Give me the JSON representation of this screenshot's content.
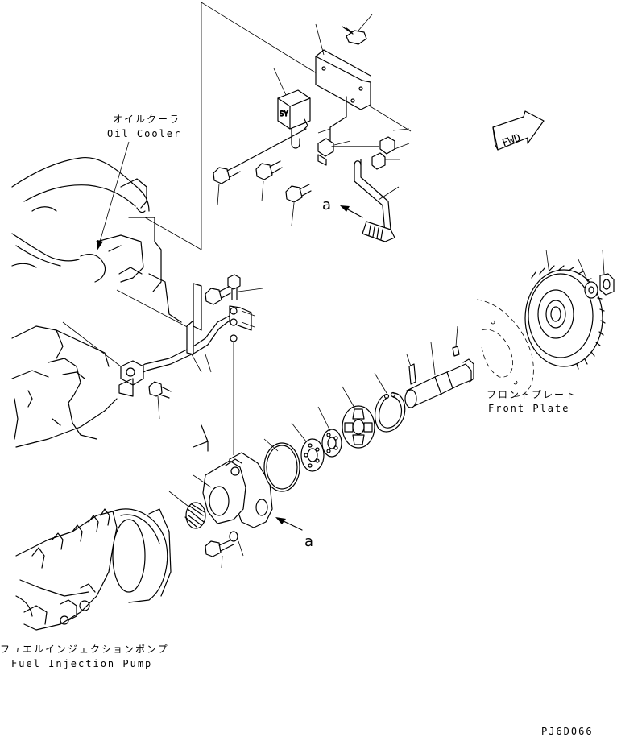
{
  "labels": {
    "oil_cooler_jp": "オイルクーラ",
    "oil_cooler_en": "Oil Cooler",
    "front_plate_jp": "フロントプレート",
    "front_plate_en": "Front Plate",
    "fuel_pump_jp": "フュエルインジェクションポンプ",
    "fuel_pump_en": "Fuel Injection Pump",
    "fwd": "FWD",
    "ref_a_top": "a",
    "ref_a_bottom": "a",
    "drawing_code": "PJ6D066",
    "sensor_mark": "SY"
  }
}
